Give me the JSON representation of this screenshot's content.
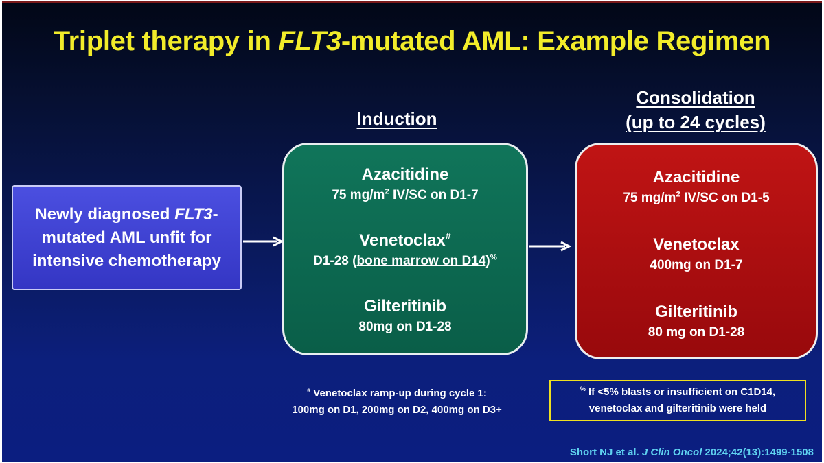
{
  "title": {
    "part1": "Triplet therapy in ",
    "italic": "FLT3",
    "part2": "-mutated AML: Example Regimen"
  },
  "headings": {
    "induction": "Induction",
    "consolidation_line1": "Consolidation",
    "consolidation_line2": "(up to 24 cycles)"
  },
  "input_box": {
    "line1_pre": "Newly diagnosed ",
    "line1_italic": "FLT3",
    "line1_post": "-",
    "line2": "mutated AML unfit for",
    "line3": "intensive chemotherapy"
  },
  "induction": {
    "azacitidine_name": "Azacitidine",
    "azacitidine_dose_pre": "75 mg/m",
    "azacitidine_dose_sup": "2",
    "azacitidine_dose_post": " IV/SC on D1-7",
    "venetoclax_name": "Venetoclax",
    "venetoclax_sup": "#",
    "venetoclax_dose_pre": "D1-28 (",
    "venetoclax_dose_underlined": "bone marrow on D14",
    "venetoclax_dose_post": ")",
    "venetoclax_dose_sup": "%",
    "gilteritinib_name": "Gilteritinib",
    "gilteritinib_dose": "80mg on D1-28"
  },
  "consolidation": {
    "azacitidine_name": "Azacitidine",
    "azacitidine_dose_pre": "75 mg/m",
    "azacitidine_dose_sup": "2",
    "azacitidine_dose_post": " IV/SC on D1-5",
    "venetoclax_name": "Venetoclax",
    "venetoclax_dose": "400mg on D1-7",
    "gilteritinib_name": "Gilteritinib",
    "gilteritinib_dose": "80 mg on D1-28"
  },
  "footnotes": {
    "venetoclax_sup": "#",
    "venetoclax_line1": " Venetoclax ramp-up during cycle 1:",
    "venetoclax_line2": "100mg on D1, 200mg on D2, 400mg on D3+",
    "hold_sup": "%",
    "hold_line1": " If <5% blasts or insufficient on C1D14,",
    "hold_line2": "venetoclax and gilteritinib were held"
  },
  "citation": {
    "authors": "Short NJ et al. ",
    "journal": "J Clin Oncol",
    "ref": " 2024;42(13):1499-1508"
  },
  "colors": {
    "title": "#f2ec2a",
    "input_box": "#3f42d4",
    "induction_box": "#0e6b52",
    "consolidation_box": "#b00f12",
    "footnote_border": "#f0e020",
    "citation": "#5fd2f0"
  }
}
